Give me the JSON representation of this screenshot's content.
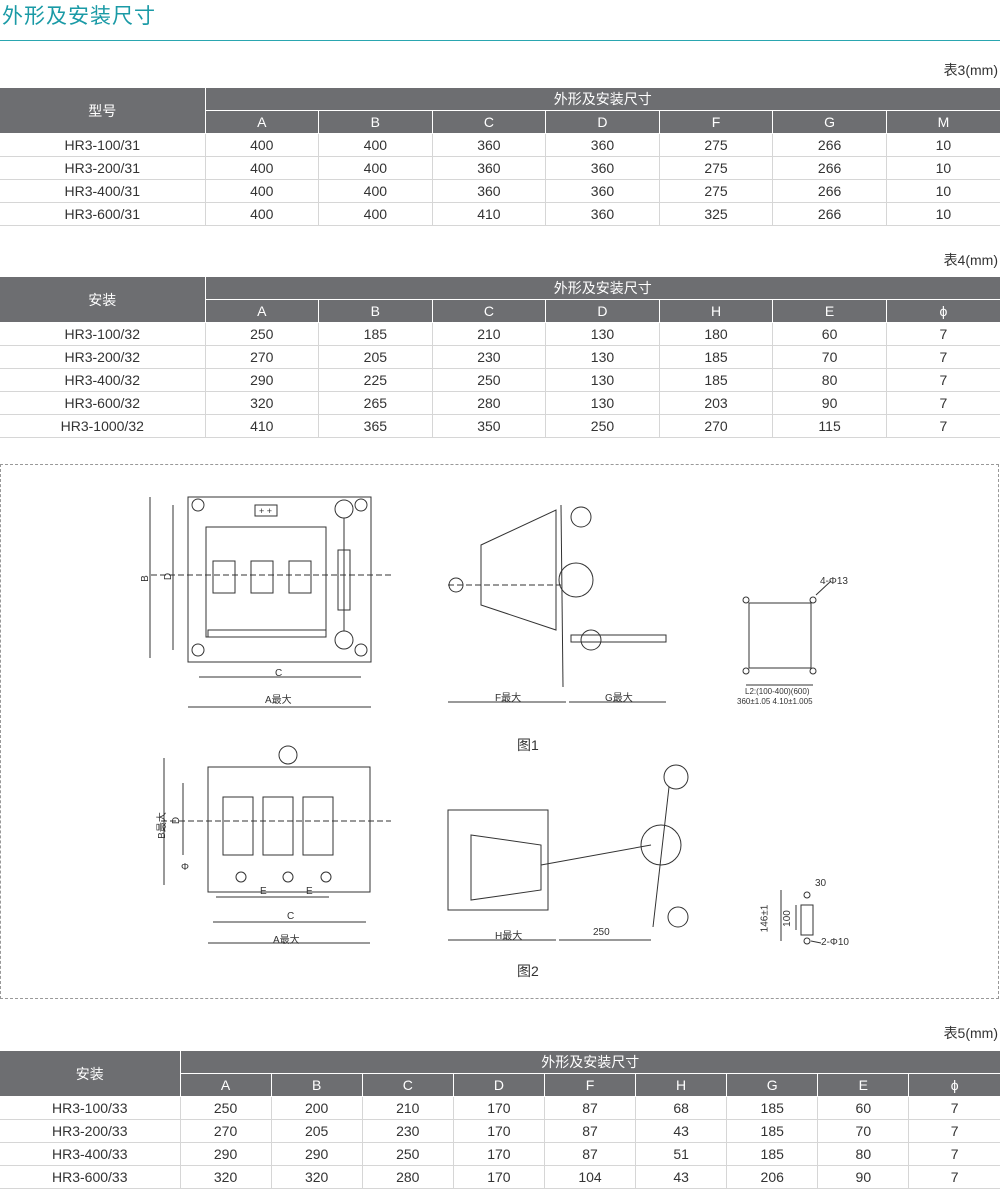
{
  "page": {
    "title": "外形及安装尺寸"
  },
  "table3": {
    "caption": "表3(mm)",
    "first_header": "型号",
    "group_header": "外形及安装尺寸",
    "columns": [
      "A",
      "B",
      "C",
      "D",
      "F",
      "G",
      "M"
    ],
    "rows": [
      [
        "HR3-100/31",
        "400",
        "400",
        "360",
        "360",
        "275",
        "266",
        "10"
      ],
      [
        "HR3-200/31",
        "400",
        "400",
        "360",
        "360",
        "275",
        "266",
        "10"
      ],
      [
        "HR3-400/31",
        "400",
        "400",
        "360",
        "360",
        "275",
        "266",
        "10"
      ],
      [
        "HR3-600/31",
        "400",
        "400",
        "410",
        "360",
        "325",
        "266",
        "10"
      ]
    ]
  },
  "table4": {
    "caption": "表4(mm)",
    "first_header": "安装",
    "group_header": "外形及安装尺寸",
    "columns": [
      "A",
      "B",
      "C",
      "D",
      "H",
      "E",
      "ϕ"
    ],
    "rows": [
      [
        "HR3-100/32",
        "250",
        "185",
        "210",
        "130",
        "180",
        "60",
        "7"
      ],
      [
        "HR3-200/32",
        "270",
        "205",
        "230",
        "130",
        "185",
        "70",
        "7"
      ],
      [
        "HR3-400/32",
        "290",
        "225",
        "250",
        "130",
        "185",
        "80",
        "7"
      ],
      [
        "HR3-600/32",
        "320",
        "265",
        "280",
        "130",
        "203",
        "90",
        "7"
      ],
      [
        "HR3-1000/32",
        "410",
        "365",
        "350",
        "250",
        "270",
        "115",
        "7"
      ]
    ]
  },
  "table5": {
    "caption": "表5(mm)",
    "first_header": "安装",
    "group_header": "外形及安装尺寸",
    "columns": [
      "A",
      "B",
      "C",
      "D",
      "F",
      "H",
      "G",
      "E",
      "ϕ"
    ],
    "rows": [
      [
        "HR3-100/33",
        "250",
        "200",
        "210",
        "170",
        "87",
        "68",
        "185",
        "60",
        "7"
      ],
      [
        "HR3-200/33",
        "270",
        "205",
        "230",
        "170",
        "87",
        "43",
        "185",
        "70",
        "7"
      ],
      [
        "HR3-400/33",
        "290",
        "290",
        "250",
        "170",
        "87",
        "51",
        "185",
        "80",
        "7"
      ],
      [
        "HR3-600/33",
        "320",
        "320",
        "280",
        "170",
        "104",
        "43",
        "206",
        "90",
        "7"
      ]
    ]
  },
  "drawings": {
    "fig1_label": "图1",
    "fig2_label": "图2",
    "fig1": {
      "dim_b": "B",
      "dim_d": "D",
      "dim_c": "C",
      "dim_a_max": "A最大",
      "dim_f_max": "F最大",
      "dim_g_max": "G最大",
      "hole_note": "4-Φ13",
      "l2_note_1": "L2:(100-400)(600)",
      "l2_note_2": "360±1.05 4.10±1.005"
    },
    "fig2": {
      "dim_b_max": "B最大",
      "dim_d": "D",
      "dim_phi": "Φ",
      "dim_e1": "E",
      "dim_e2": "E",
      "dim_c": "C",
      "dim_a_max": "A最大",
      "dim_h_max": "H最大",
      "dim_250": "250",
      "dim_30": "30",
      "dim_146": "146±1",
      "dim_100": "100",
      "hole_note": "2-Φ10"
    }
  }
}
